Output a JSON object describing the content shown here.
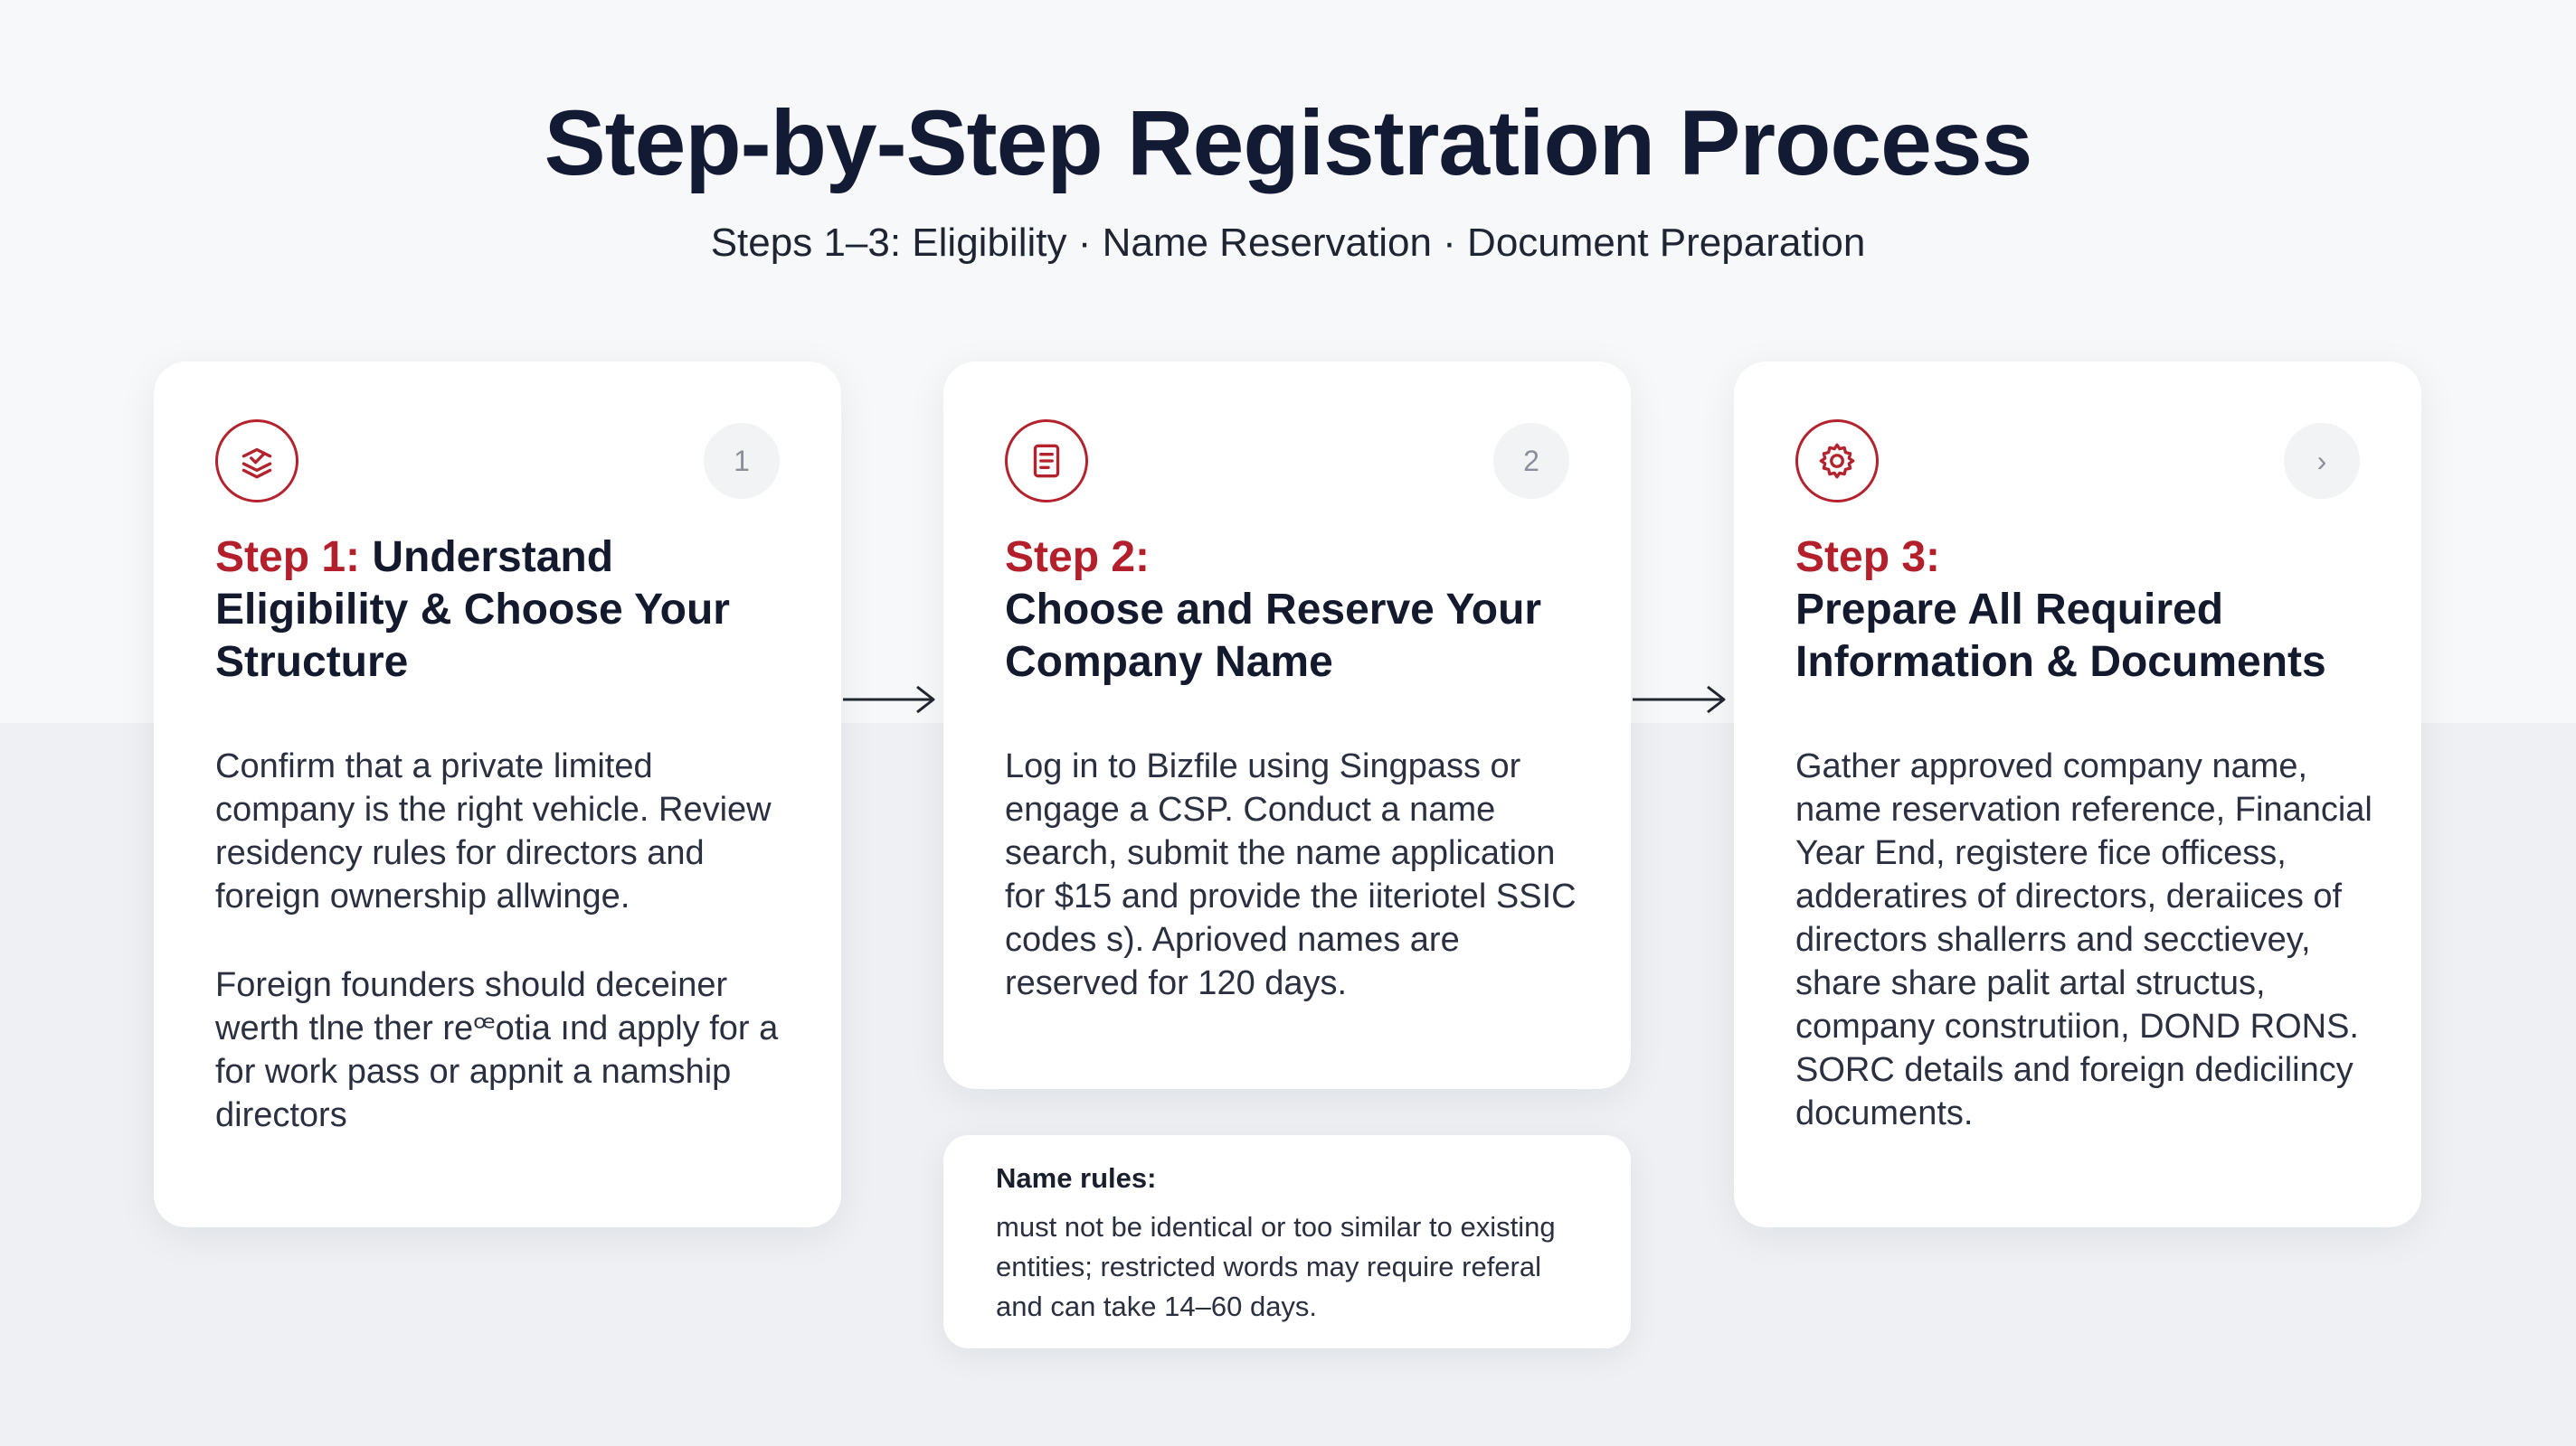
{
  "header": {
    "title": "Step-by-Step Registration Process",
    "subtitle": "Steps 1–3: Eligibility · Name Reservation · Document Preparation"
  },
  "steps": [
    {
      "label": "Step 1:",
      "heading": "Understand Eligibility & Choose Your Structure",
      "badge": "1",
      "icon": "layers-check-icon",
      "paragraphs": [
        "Confirm that a private limited company is the right vehicle. Review residency rules for directors and foreign ownership allwinge.",
        "Foreign founders should deceiner werth tlne ther reꟹotia ınd apply for a for work pass or appnit a namship directors"
      ]
    },
    {
      "label": "Step 2:",
      "heading": "Choose and Reserve Your Company Name",
      "badge": "2",
      "icon": "document-icon",
      "paragraphs": [
        "Log in to Bizfile using Singpass or engage a CSP. Conduct a name search, submit the name application for $15 and provide the iiteriotel SSIC codes s). Aprioved names are reserved for 120 days."
      ]
    },
    {
      "label": "Step 3:",
      "heading": "Prepare All Required Information & Documents",
      "badge": "›",
      "icon": "gear-icon",
      "paragraphs": [
        "Gather approved company name, name reservation reference, Financial Year End, registere fice officess, adderatires of directors, deraiices of directors shallerrs and secctievey, share share palit artal structus, company construtiion, DOND RONS. SORC details and foreign dedicilincy documents."
      ]
    }
  ],
  "note": {
    "title": "Name rules:",
    "body": "must not be identical or too similar to existing entities; restricted words may require referal and can take 14–60 days."
  },
  "colors": {
    "accent": "#b3202b",
    "title": "#131a33",
    "card": "#ffffff",
    "background": "#f1f3f5"
  }
}
